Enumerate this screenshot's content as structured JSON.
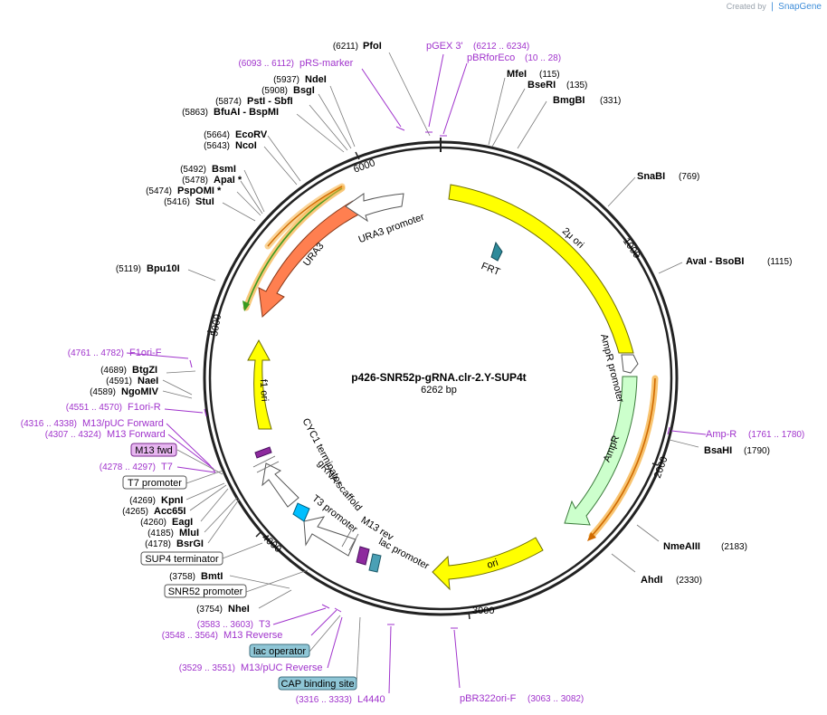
{
  "credit": {
    "prefix": "Created by",
    "brand": "SnapGene"
  },
  "plasmid": {
    "name": "p426-SNR52p-gRNA.clr-2.Y-SUP4t",
    "length_label": "6262 bp",
    "length": 6262
  },
  "ticks": [
    {
      "pos": 1000,
      "label": "1000"
    },
    {
      "pos": 2000,
      "label": "2000"
    },
    {
      "pos": 3000,
      "label": "3000"
    },
    {
      "pos": 4000,
      "label": "4000"
    },
    {
      "pos": 5000,
      "label": "5000"
    },
    {
      "pos": 6000,
      "label": "6000"
    }
  ],
  "sites": [
    {
      "name": "PfoI",
      "pos_label": "(6211)",
      "pos": 6211,
      "side": "left"
    },
    {
      "name": "NdeI",
      "pos_label": "(5937)",
      "pos": 5937,
      "side": "left"
    },
    {
      "name": "BsgI",
      "pos_label": "(5908)",
      "pos": 5908,
      "side": "left"
    },
    {
      "name": "PstI  - SbfI",
      "pos_label": "(5874)",
      "pos": 5874,
      "side": "left"
    },
    {
      "name": "BfuAI  - BspMI",
      "pos_label": "(5863)",
      "pos": 5863,
      "side": "left"
    },
    {
      "name": "EcoRV",
      "pos_label": "(5664)",
      "pos": 5664,
      "side": "left"
    },
    {
      "name": "NcoI",
      "pos_label": "(5643)",
      "pos": 5643,
      "side": "left"
    },
    {
      "name": "BsmI",
      "pos_label": "(5492)",
      "pos": 5492,
      "side": "left"
    },
    {
      "name": "ApaI *",
      "pos_label": "(5478)",
      "pos": 5478,
      "side": "left"
    },
    {
      "name": "PspOMI *",
      "pos_label": "(5474)",
      "pos": 5474,
      "side": "left"
    },
    {
      "name": "StuI",
      "pos_label": "(5416)",
      "pos": 5416,
      "side": "left"
    },
    {
      "name": "Bpu10I",
      "pos_label": "(5119)",
      "pos": 5119,
      "side": "left"
    },
    {
      "name": "BtgZI",
      "pos_label": "(4689)",
      "pos": 4689,
      "side": "left"
    },
    {
      "name": "NaeI",
      "pos_label": "(4591)",
      "pos": 4591,
      "side": "left"
    },
    {
      "name": "NgoMIV",
      "pos_label": "(4589)",
      "pos": 4589,
      "side": "left"
    },
    {
      "name": "KpnI",
      "pos_label": "(4269)",
      "pos": 4269,
      "side": "left"
    },
    {
      "name": "Acc65I",
      "pos_label": "(4265)",
      "pos": 4265,
      "side": "left"
    },
    {
      "name": "EagI",
      "pos_label": "(4260)",
      "pos": 4260,
      "side": "left"
    },
    {
      "name": "MluI",
      "pos_label": "(4185)",
      "pos": 4185,
      "side": "left"
    },
    {
      "name": "BsrGI",
      "pos_label": "(4178)",
      "pos": 4178,
      "side": "left"
    },
    {
      "name": "BmtI",
      "pos_label": "(3758)",
      "pos": 3758,
      "side": "left"
    },
    {
      "name": "NheI",
      "pos_label": "(3754)",
      "pos": 3754,
      "side": "left"
    },
    {
      "name": "MfeI",
      "pos_label": "(115)",
      "pos": 115,
      "side": "right"
    },
    {
      "name": "BseRI",
      "pos_label": "(135)",
      "pos": 135,
      "side": "right"
    },
    {
      "name": "BmgBI",
      "pos_label": "(331)",
      "pos": 331,
      "side": "right"
    },
    {
      "name": "SnaBI",
      "pos_label": "(769)",
      "pos": 769,
      "side": "right"
    },
    {
      "name": "AvaI  - BsoBI",
      "pos_label": "(1115)",
      "pos": 1115,
      "side": "right"
    },
    {
      "name": "BsaHI",
      "pos_label": "(1790)",
      "pos": 1790,
      "side": "right"
    },
    {
      "name": "NmeAIII",
      "pos_label": "(2183)",
      "pos": 2183,
      "side": "right"
    },
    {
      "name": "AhdI",
      "pos_label": "(2330)",
      "pos": 2330,
      "side": "right"
    }
  ],
  "primers": [
    {
      "name": "pRS-marker",
      "pos_label": "(6093 .. 6112)",
      "pos": 6102
    },
    {
      "name": "pGEX 3'",
      "pos_label": "(6212 .. 6234)",
      "pos": 6223
    },
    {
      "name": "pBRforEco",
      "pos_label": "(10 .. 28)",
      "pos": 19
    },
    {
      "name": "F1ori-F",
      "pos_label": "(4761 .. 4782)",
      "pos": 4771
    },
    {
      "name": "F1ori-R",
      "pos_label": "(4551 .. 4570)",
      "pos": 4560
    },
    {
      "name": "M13/pUC Forward",
      "pos_label": "(4316 .. 4338)",
      "pos": 4327
    },
    {
      "name": "M13 Forward",
      "pos_label": "(4307 .. 4324)",
      "pos": 4315
    },
    {
      "name": "T7",
      "pos_label": "(4278 .. 4297)",
      "pos": 4287
    },
    {
      "name": "T3",
      "pos_label": "(3583 .. 3603)",
      "pos": 3593
    },
    {
      "name": "M13 Reverse",
      "pos_label": "(3548 .. 3564)",
      "pos": 3556
    },
    {
      "name": "M13/pUC Reverse",
      "pos_label": "(3529 .. 3551)",
      "pos": 3540
    },
    {
      "name": "L4440",
      "pos_label": "(3316 .. 3333)",
      "pos": 3324
    },
    {
      "name": "pBR322ori-F",
      "pos_label": "(3063 .. 3082)",
      "pos": 3072
    },
    {
      "name": "Amp-R",
      "pos_label": "(1761 .. 1780)",
      "pos": 1770
    }
  ],
  "boxed_features": [
    {
      "name": "M13 fwd",
      "fill": "#e7b6f0",
      "stroke": "#7a2a8e"
    },
    {
      "name": "T7 promoter",
      "fill": "#ffffff",
      "stroke": "#555555"
    },
    {
      "name": "SUP4 terminator",
      "fill": "#ffffff",
      "stroke": "#555555"
    },
    {
      "name": "SNR52 promoter",
      "fill": "#ffffff",
      "stroke": "#555555"
    },
    {
      "name": "lac operator",
      "fill": "#8fc6d6",
      "stroke": "#3c6e7d"
    },
    {
      "name": "CAP binding site",
      "fill": "#8fc6d6",
      "stroke": "#3c6e7d"
    }
  ],
  "features": [
    {
      "name": "2μ ori",
      "color": "#ffff00"
    },
    {
      "name": "AmpR promoter",
      "color": "#ffffff"
    },
    {
      "name": "AmpR",
      "color": "#ccffcc"
    },
    {
      "name": "ori",
      "color": "#ffff00"
    },
    {
      "name": "lac promoter",
      "color": "#ffffff"
    },
    {
      "name": "M13 rev",
      "color": "#ffffff"
    },
    {
      "name": "T3 promoter",
      "color": "#ffffff"
    },
    {
      "name": "gRNA scaffold",
      "color": "#00bfff"
    },
    {
      "name": "CYC1 terminator",
      "color": "#ffffff"
    },
    {
      "name": "f1 ori",
      "color": "#ffff00"
    },
    {
      "name": "URA3",
      "color": "#ff7f50"
    },
    {
      "name": "URA3 promoter",
      "color": "#ffffff"
    },
    {
      "name": "FRT",
      "color": "#2e8a9a"
    }
  ],
  "colors": {
    "primer": "#a033cc",
    "backbone": "#222222",
    "orf_highlight": "#f5b041",
    "orf_line_green": "#3a9a1e",
    "orf_line_orange": "#d06a00"
  }
}
